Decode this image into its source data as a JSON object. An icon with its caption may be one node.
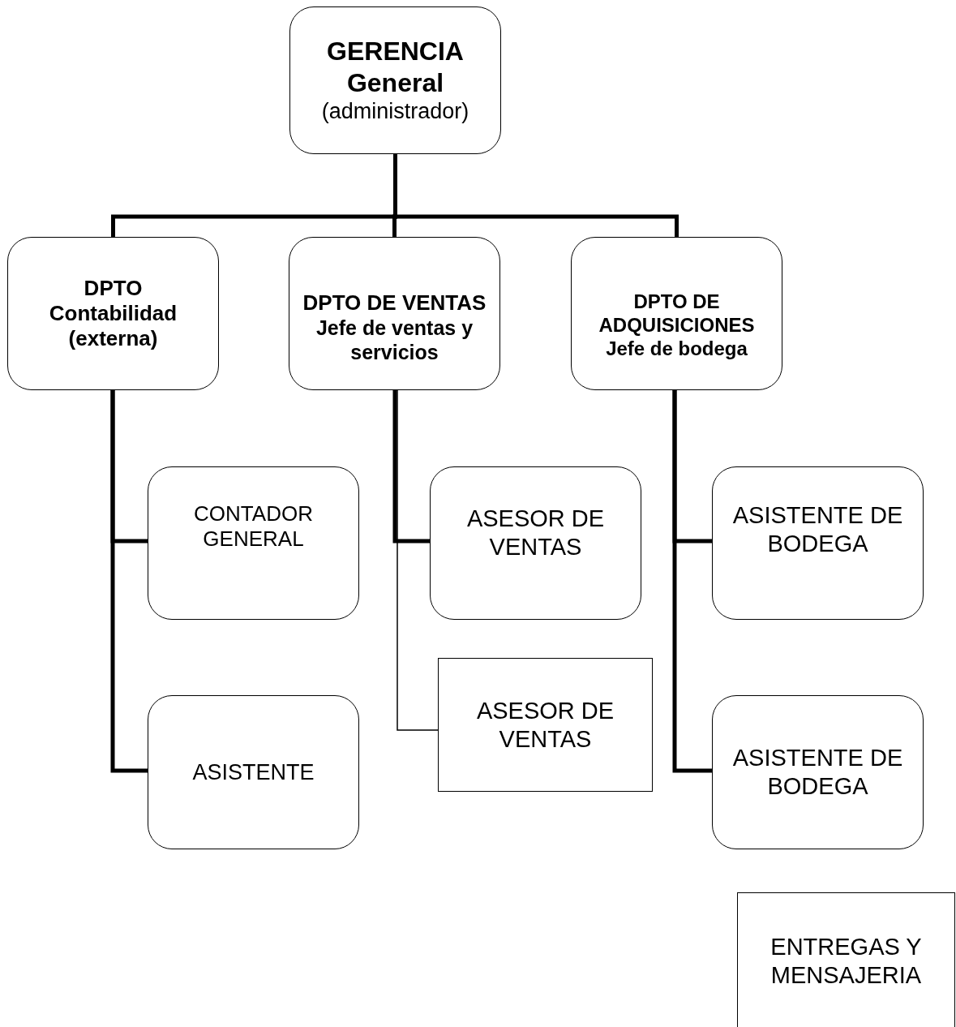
{
  "diagram": {
    "nodes": [
      {
        "text": [
          "GERENCIA General",
          "(administrador)"
        ]
      },
      {
        "text": [
          "DPTO Contabilidad (externa)"
        ]
      },
      {
        "text": [
          "DPTO DE VENTAS",
          "Jefe de ventas y servicios"
        ]
      },
      {
        "text": [
          "DPTO DE ADQUISICIONES",
          "Jefe de bodega"
        ]
      },
      {
        "text": [
          "CONTADOR GENERAL"
        ]
      },
      {
        "text": [
          "ASISTENTE"
        ]
      },
      {
        "text": [
          "ASESOR DE VENTAS"
        ]
      },
      {
        "text": [
          "ASESOR DE VENTAS"
        ]
      },
      {
        "text": [
          "ASISTENTE DE BODEGA"
        ]
      },
      {
        "text": [
          "ASISTENTE DE BODEGA"
        ]
      },
      {
        "text": [
          "ENTREGAS Y MENSAJERIA"
        ]
      }
    ],
    "edges": [
      {
        "from": 0,
        "to": 1,
        "arrow": "none"
      },
      {
        "from": 0,
        "to": 2,
        "arrow": "none"
      },
      {
        "from": 0,
        "to": 3,
        "arrow": "none"
      },
      {
        "from": 1,
        "to": 4,
        "arrow": "none"
      },
      {
        "from": 1,
        "to": 5,
        "arrow": "none"
      },
      {
        "from": 2,
        "to": 6,
        "arrow": "none"
      },
      {
        "from": 2,
        "to": 7,
        "arrow": "none"
      },
      {
        "from": 3,
        "to": 8,
        "arrow": "none"
      },
      {
        "from": 3,
        "to": 9,
        "arrow": "none"
      }
    ]
  }
}
